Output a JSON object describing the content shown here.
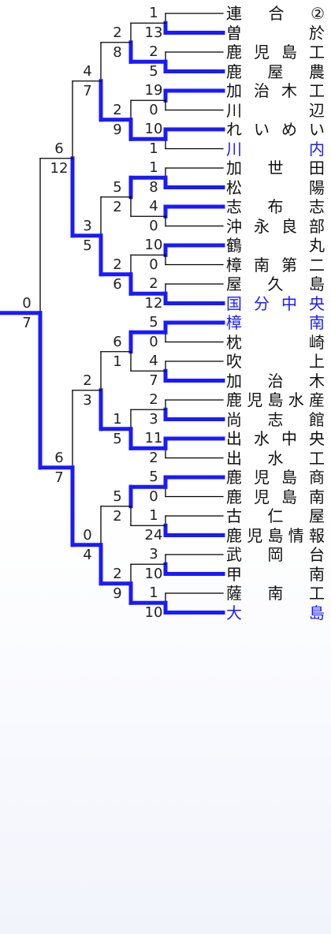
{
  "colors": {
    "winner_line": "#1a1aff",
    "loser_line": "#000000",
    "highlight_team": "#1a1aff",
    "normal_team": "#111111",
    "background_tint": "#f2f4fc"
  },
  "teams": [
    {
      "name": "連合②",
      "chars": [
        "連",
        "合",
        "②"
      ]
    },
    {
      "name": "曽於",
      "chars": [
        "曽",
        "於"
      ]
    },
    {
      "name": "鹿児島工",
      "chars": [
        "鹿",
        "児",
        "島",
        "工"
      ]
    },
    {
      "name": "鹿屋農",
      "chars": [
        "鹿",
        "屋",
        "農"
      ]
    },
    {
      "name": "加治木工",
      "chars": [
        "加",
        "治",
        "木",
        "工"
      ]
    },
    {
      "name": "川辺",
      "chars": [
        "川",
        "辺"
      ]
    },
    {
      "name": "れいめい",
      "chars": [
        "れ",
        "い",
        "め",
        "い"
      ]
    },
    {
      "name": "川内",
      "chars": [
        "川",
        "内"
      ],
      "highlight": true
    },
    {
      "name": "加世田",
      "chars": [
        "加",
        "世",
        "田"
      ]
    },
    {
      "name": "松陽",
      "chars": [
        "松",
        "陽"
      ]
    },
    {
      "name": "志布志",
      "chars": [
        "志",
        "布",
        "志"
      ]
    },
    {
      "name": "沖永良部",
      "chars": [
        "沖",
        "永",
        "良",
        "部"
      ]
    },
    {
      "name": "鶴丸",
      "chars": [
        "鶴",
        "丸"
      ]
    },
    {
      "name": "樟南第二",
      "chars": [
        "樟",
        "南",
        "第",
        "二"
      ]
    },
    {
      "name": "屋久島",
      "chars": [
        "屋",
        "久",
        "島"
      ]
    },
    {
      "name": "国分中央",
      "chars": [
        "国",
        "分",
        "中",
        "央"
      ],
      "highlight": true
    },
    {
      "name": "樟南",
      "chars": [
        "樟",
        "南"
      ],
      "highlight": true
    },
    {
      "name": "枕崎",
      "chars": [
        "枕",
        "崎"
      ]
    },
    {
      "name": "吹上",
      "chars": [
        "吹",
        "上"
      ]
    },
    {
      "name": "加治木",
      "chars": [
        "加",
        "治",
        "木"
      ]
    },
    {
      "name": "鹿児島水産",
      "chars": [
        "鹿",
        "児",
        "島",
        "水",
        "産"
      ]
    },
    {
      "name": "尚志館",
      "chars": [
        "尚",
        "志",
        "館"
      ]
    },
    {
      "name": "出水中央",
      "chars": [
        "出",
        "水",
        "中",
        "央"
      ]
    },
    {
      "name": "出水工",
      "chars": [
        "出",
        "水",
        "工"
      ]
    },
    {
      "name": "鹿児島商",
      "chars": [
        "鹿",
        "児",
        "島",
        "商"
      ]
    },
    {
      "name": "鹿児島南",
      "chars": [
        "鹿",
        "児",
        "島",
        "南"
      ]
    },
    {
      "name": "古仁屋",
      "chars": [
        "古",
        "仁",
        "屋"
      ]
    },
    {
      "name": "鹿児島情報",
      "chars": [
        "鹿",
        "児",
        "島",
        "情",
        "報"
      ]
    },
    {
      "name": "武岡台",
      "chars": [
        "武",
        "岡",
        "台"
      ]
    },
    {
      "name": "甲南",
      "chars": [
        "甲",
        "南"
      ]
    },
    {
      "name": "薩南工",
      "chars": [
        "薩",
        "南",
        "工"
      ]
    },
    {
      "name": "大島",
      "chars": [
        "大",
        "島"
      ],
      "highlight": true
    }
  ],
  "rounds": [
    [
      {
        "top": "1",
        "bottom": "13",
        "winner": "bottom"
      },
      {
        "top": "2",
        "bottom": "5",
        "winner": "bottom"
      },
      {
        "top": "19",
        "bottom": "0",
        "winner": "top"
      },
      {
        "top": "10",
        "bottom": "1",
        "winner": "top"
      },
      {
        "top": "1",
        "bottom": "8",
        "winner": "bottom"
      },
      {
        "top": "4",
        "bottom": "0",
        "winner": "top"
      },
      {
        "top": "10",
        "bottom": "0",
        "winner": "top"
      },
      {
        "top": "2",
        "bottom": "12",
        "winner": "bottom"
      },
      {
        "top": "5",
        "bottom": "0",
        "winner": "top"
      },
      {
        "top": "4",
        "bottom": "7",
        "winner": "bottom"
      },
      {
        "top": "2",
        "bottom": "3",
        "winner": "bottom"
      },
      {
        "top": "11",
        "bottom": "2",
        "winner": "top"
      },
      {
        "top": "5",
        "bottom": "0",
        "winner": "top"
      },
      {
        "top": "1",
        "bottom": "24",
        "winner": "bottom"
      },
      {
        "top": "3",
        "bottom": "10",
        "winner": "bottom"
      },
      {
        "top": "1",
        "bottom": "10",
        "winner": "bottom"
      }
    ],
    [
      {
        "top": "2",
        "bottom": "8",
        "winner": "bottom"
      },
      {
        "top": "2",
        "bottom": "9",
        "winner": "bottom"
      },
      {
        "top": "5",
        "bottom": "2",
        "winner": "top"
      },
      {
        "top": "2",
        "bottom": "6",
        "winner": "bottom"
      },
      {
        "top": "6",
        "bottom": "1",
        "winner": "top"
      },
      {
        "top": "1",
        "bottom": "5",
        "winner": "bottom"
      },
      {
        "top": "5",
        "bottom": "2",
        "winner": "top"
      },
      {
        "top": "2",
        "bottom": "9",
        "winner": "bottom"
      }
    ],
    [
      {
        "top": "4",
        "bottom": "7",
        "winner": "bottom"
      },
      {
        "top": "3",
        "bottom": "5",
        "winner": "bottom"
      },
      {
        "top": "2",
        "bottom": "3",
        "winner": "bottom"
      },
      {
        "top": "0",
        "bottom": "4",
        "winner": "bottom"
      }
    ],
    [
      {
        "top": "6",
        "bottom": "12",
        "winner": "bottom"
      },
      {
        "top": "6",
        "bottom": "7",
        "winner": "bottom"
      }
    ],
    [
      {
        "top": "0",
        "bottom": "7",
        "winner": "bottom"
      }
    ]
  ]
}
